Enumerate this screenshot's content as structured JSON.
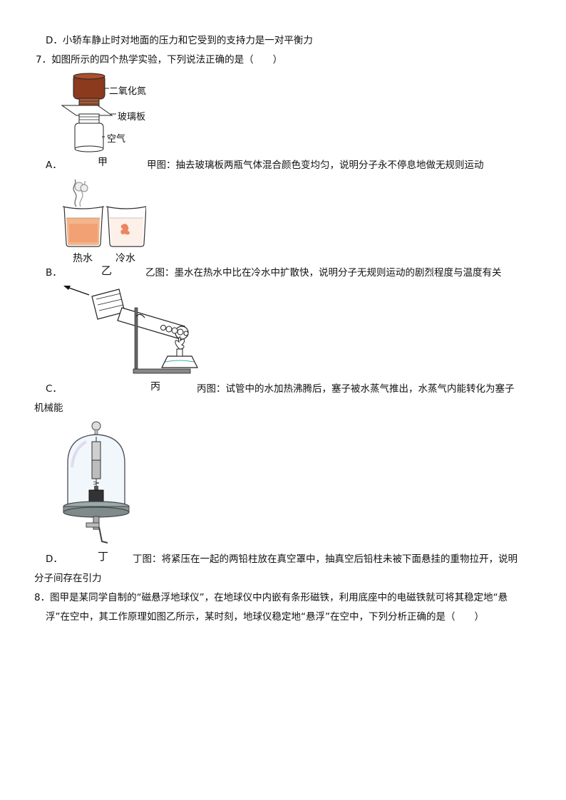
{
  "q6": {
    "option_d": "D．小轿车静止时对地面的压力和它受到的支持力是一对平衡力"
  },
  "q7": {
    "stem": "7．如图所示的四个热学实验，下列说法正确的是（　　）",
    "fig_jia": {
      "label_top": "二氧化氮",
      "label_mid": "玻璃板",
      "label_bottom": "空气",
      "caption": "甲"
    },
    "option_a": {
      "letter": "A．",
      "text": "甲图：抽去玻璃板两瓶气体混合颜色变均匀，说明分子永不停息地做无规则运动"
    },
    "fig_yi": {
      "label_left": "热水",
      "label_right": "冷水",
      "caption": "乙"
    },
    "option_b": {
      "letter": "B．",
      "text": "乙图：墨水在热水中比在冷水中扩散快，说明分子无规则运动的剧烈程度与温度有关"
    },
    "fig_bing": {
      "caption": "丙"
    },
    "option_c": {
      "letter": "C．",
      "text": "丙图：试管中的水加热沸腾后，塞子被水蒸气推出，水蒸气内能转化为塞子",
      "text_cont": "机械能"
    },
    "fig_ding": {
      "caption": "丁"
    },
    "option_d": {
      "letter": "D．",
      "text": "丁图：将紧压在一起的两铅柱放在真空罩中，抽真空后铅柱未被下面悬挂的重物拉开，说明",
      "text_cont": "分子间存在引力"
    }
  },
  "q8": {
    "line1": "8．图甲是某同学自制的“磁悬浮地球仪”，在地球仪中内嵌有条形磁铁，利用底座中的电磁铁就可将其稳定地“悬",
    "line2": "浮”在空中，其工作原理如图乙所示，某时刻，地球仪稳定地“悬浮”在空中，下列分析正确的是（　　）"
  }
}
